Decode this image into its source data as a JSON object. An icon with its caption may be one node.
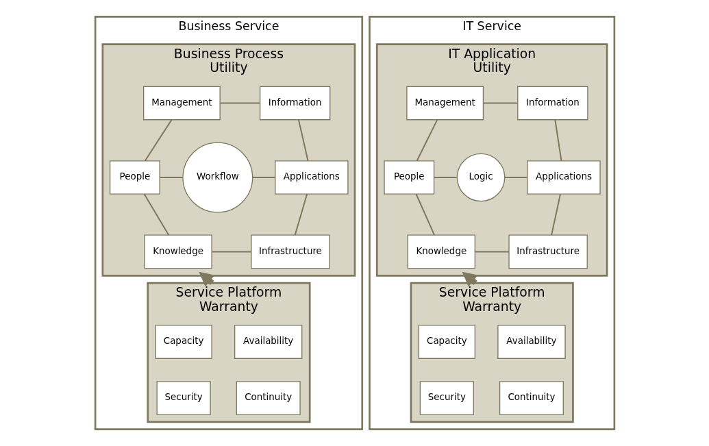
{
  "diagram": {
    "nodes": [
      {
        "text": [
          "Business Service"
        ]
      },
      {
        "text": [
          "Business Process",
          "Utility"
        ],
        "in": 0
      },
      {
        "text": [
          "Management"
        ],
        "in": 1
      },
      {
        "text": [
          "Information"
        ],
        "in": 1
      },
      {
        "text": [
          "People"
        ],
        "in": 1
      },
      {
        "text": [
          "Workflow"
        ],
        "in": 1
      },
      {
        "text": [
          "Applications"
        ],
        "in": 1
      },
      {
        "text": [
          "Knowledge"
        ],
        "in": 1
      },
      {
        "text": [
          "Infrastructure"
        ],
        "in": 1
      },
      {
        "text": [
          "Service Platform",
          "Warranty"
        ],
        "in": 0
      },
      {
        "text": [
          "Availability"
        ],
        "in": 9
      },
      {
        "text": [
          "Capacity"
        ],
        "in": 9
      },
      {
        "text": [
          "Continuity"
        ],
        "in": 9
      },
      {
        "text": [
          "Security"
        ],
        "in": 9
      },
      {
        "text": [
          "IT Service"
        ]
      },
      {
        "text": [
          "IT Application",
          "Utility"
        ],
        "in": 14
      },
      {
        "text": [
          "Management"
        ],
        "in": 15
      },
      {
        "text": [
          "Information"
        ],
        "in": 15
      },
      {
        "text": [
          "People"
        ],
        "in": 15
      },
      {
        "text": [
          "Logic"
        ],
        "in": 15
      },
      {
        "text": [
          "Applications"
        ],
        "in": 15
      },
      {
        "text": [
          "Knowledge"
        ],
        "in": 15
      },
      {
        "text": [
          "Infrastructure"
        ],
        "in": 15
      },
      {
        "text": [
          "Service Platform",
          "Warranty"
        ],
        "in": 14
      },
      {
        "text": [
          "Availability"
        ],
        "in": 23
      },
      {
        "text": [
          "Capacity"
        ],
        "in": 23
      },
      {
        "text": [
          "Continuity"
        ],
        "in": 23
      },
      {
        "text": [
          "Security"
        ],
        "in": 23
      }
    ],
    "edges": [
      {
        "from": 2,
        "to": 3,
        "arrow": "none"
      },
      {
        "from": 2,
        "to": 4,
        "arrow": "none"
      },
      {
        "from": 4,
        "to": 5,
        "arrow": "none"
      },
      {
        "from": 5,
        "to": 6,
        "arrow": "none"
      },
      {
        "from": 3,
        "to": 6,
        "arrow": "none"
      },
      {
        "from": 4,
        "to": 7,
        "arrow": "none"
      },
      {
        "from": 6,
        "to": 8,
        "arrow": "none"
      },
      {
        "from": 7,
        "to": 8,
        "arrow": "none"
      },
      {
        "from": 9,
        "to": 1,
        "arrow": "to",
        "style": "thick"
      },
      {
        "from": 16,
        "to": 17,
        "arrow": "none"
      },
      {
        "from": 16,
        "to": 18,
        "arrow": "none"
      },
      {
        "from": 18,
        "to": 19,
        "arrow": "none"
      },
      {
        "from": 19,
        "to": 20,
        "arrow": "none"
      },
      {
        "from": 17,
        "to": 20,
        "arrow": "none"
      },
      {
        "from": 18,
        "to": 21,
        "arrow": "none"
      },
      {
        "from": 20,
        "to": 22,
        "arrow": "none"
      },
      {
        "from": 21,
        "to": 22,
        "arrow": "none"
      },
      {
        "from": 23,
        "to": 15,
        "arrow": "to",
        "style": "thick"
      }
    ]
  }
}
